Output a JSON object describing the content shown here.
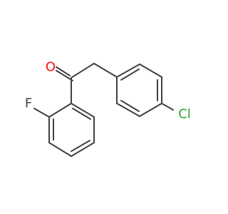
{
  "molecule": {
    "atoms": {
      "oxygen": {
        "symbol": "O",
        "color": "#ff0d0d"
      },
      "fluorine": {
        "symbol": "F",
        "color": "#404040"
      },
      "chlorine": {
        "symbol": "Cl",
        "color": "#2ba82b"
      }
    },
    "bond_color": "#404040",
    "background": "#ffffff"
  }
}
